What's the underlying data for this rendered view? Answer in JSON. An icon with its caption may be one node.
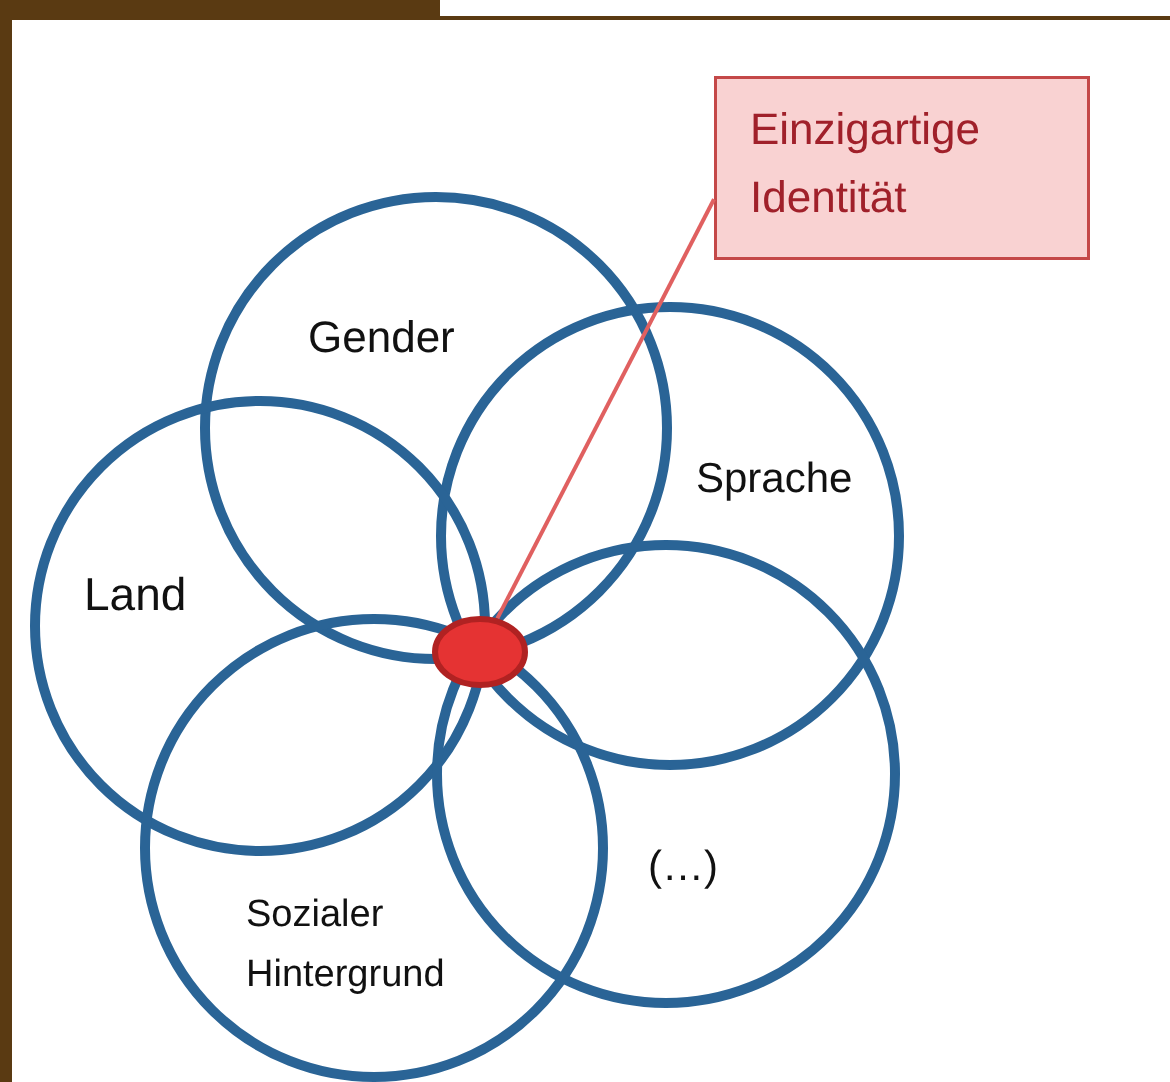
{
  "diagram": {
    "nodes": [
      {
        "text": [
          "Einzigartige Identität"
        ]
      },
      {
        "text": [
          "Gender"
        ]
      },
      {
        "text": [
          "Sprache"
        ]
      },
      {
        "text": [
          "Land"
        ]
      },
      {
        "text": [],
        "shape": "circle"
      },
      {
        "text": [
          "(…)"
        ]
      },
      {
        "text": [
          "Sozialer Hintergrund"
        ]
      }
    ],
    "edges": [
      {
        "from": 0,
        "to": 4,
        "arrow": "none"
      }
    ]
  }
}
